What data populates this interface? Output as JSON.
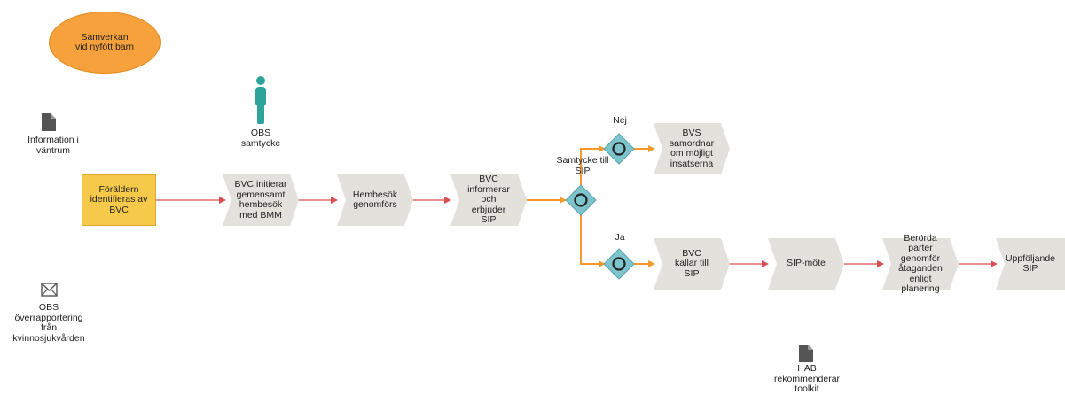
{
  "title": "Samverkan\nvid nyfött barn",
  "start_event": "Föräldern\nidentifieras av\nBVC",
  "steps": {
    "initierar": "BVC initierar\ngemensamt\nhembesök\nmed BMM",
    "hembesok": "Hembesök\ngenomförs",
    "informerar": "BVC\ninformerar\noch\nerbjuder\nSIP",
    "samordnar": "BVS\nsamordnar\nom möjligt\ninsatserna",
    "kallar": "BVC\nkallar till\nSIP",
    "sipmote": "SIP-möte",
    "genomfor": "Berörda\nparter\ngenomför\nåtaganden\nenligt\nplanering",
    "uppfoljande": "Uppföljande\nSIP"
  },
  "gateway": {
    "question": "Samtycke till\nSIP",
    "no_label": "Nej",
    "yes_label": "Ja"
  },
  "annotations": {
    "role_label": "OBS\nsamtycke",
    "doc_info": "Information i\nväntrum",
    "message": "OBS\növerrapportering\nfrån\nkvinnosjukvården",
    "doc_hab": "HAB\nrekommenderar\ntoolkit"
  },
  "colors": {
    "title_fill": "#f7a13c",
    "start_fill": "#f6c94a",
    "step_fill": "#e3e1dc",
    "gateway_fill": "#7ec4cc",
    "person_icon": "#2ea39a",
    "flow_red": "#d94f4f",
    "flow_orange": "#f39a2c",
    "doc_icon": "#555555"
  }
}
